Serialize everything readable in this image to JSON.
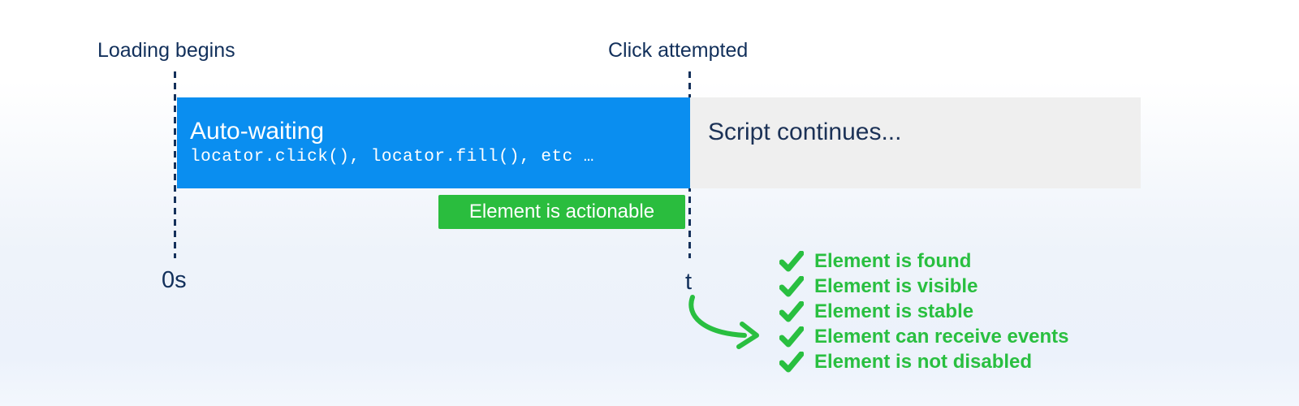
{
  "figure": {
    "top_labels": {
      "loading_begins": "Loading begins",
      "click_attempted": "Click attempted"
    },
    "timeline": {
      "start_label": "0s",
      "end_label": "t"
    },
    "auto_wait_bar": {
      "title": "Auto-waiting",
      "code": "locator.click(), locator.fill(), etc …"
    },
    "script_bar": {
      "text": "Script continues..."
    },
    "actionable_badge": {
      "text": "Element is actionable"
    },
    "checklist": {
      "items": [
        "Element is found",
        "Element is visible",
        "Element is stable",
        "Element can receive events",
        "Element is not disabled"
      ]
    },
    "icons": {
      "check": "check-icon",
      "arrow": "curved-arrow-icon"
    },
    "colors": {
      "accent_blue": "#0a8ef0",
      "badge_green": "#2abd3e",
      "check_green": "#29bf40",
      "navy_text": "#12305b",
      "bar_gray": "#efefef"
    }
  }
}
